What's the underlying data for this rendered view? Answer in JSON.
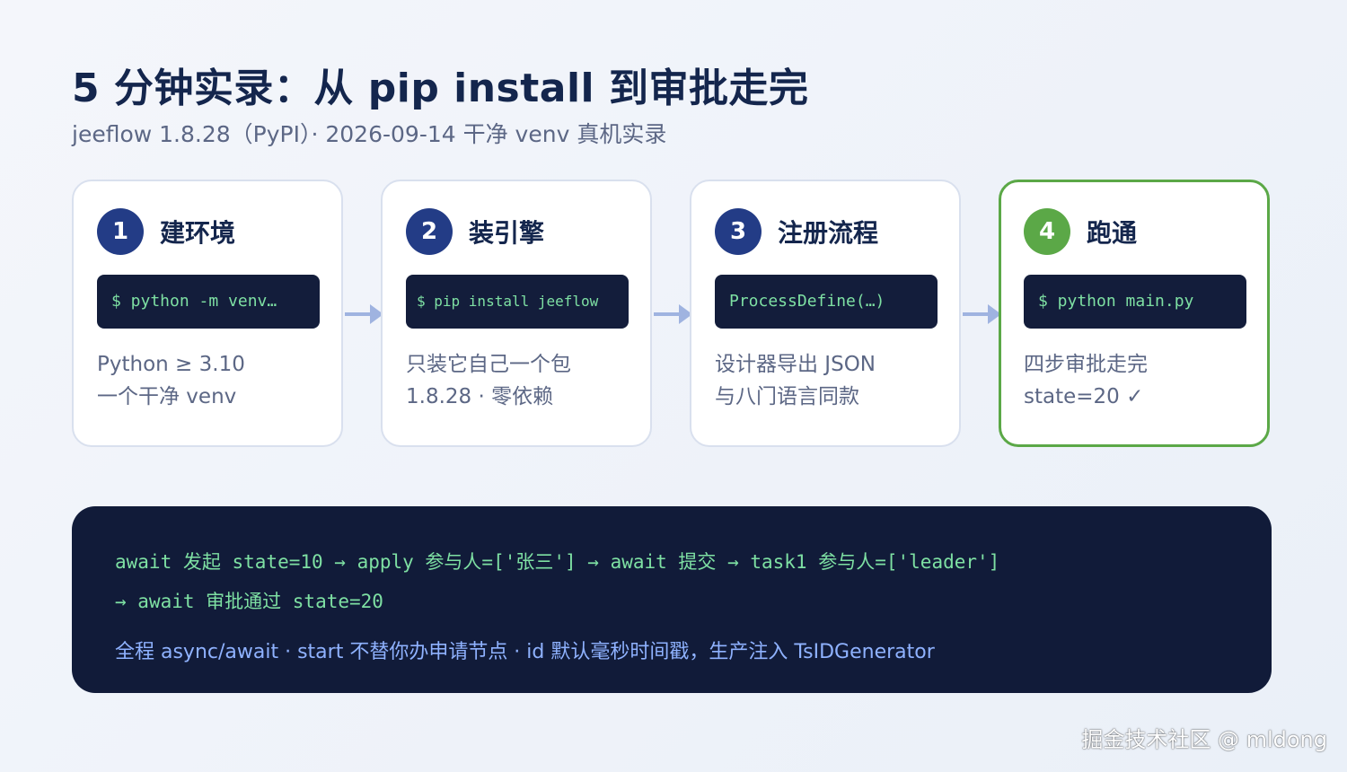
{
  "header": {
    "title": "5 分钟实录：从 pip install 到审批走完",
    "subtitle": "jeeflow 1.8.28（PyPI）· 2026-09-14 干净 venv 真机实录"
  },
  "steps": [
    {
      "number": "1",
      "title": "建环境",
      "command": "$ python -m venv…",
      "desc1": "Python ≥ 3.10",
      "desc2": "一个干净 venv"
    },
    {
      "number": "2",
      "title": "装引擎",
      "command": "$ pip install jeeflow",
      "desc1": "只装它自己一个包",
      "desc2": "1.8.28 · 零依赖"
    },
    {
      "number": "3",
      "title": "注册流程",
      "command": "ProcessDefine(…)",
      "desc1": "设计器导出 JSON",
      "desc2": "与八门语言同款"
    },
    {
      "number": "4",
      "title": "跑通",
      "command": "$ python main.py",
      "desc1": "四步审批走完",
      "desc2": "state=20 ✓"
    }
  ],
  "colors": {
    "badge": "#233c86",
    "done": "#5ba847",
    "arrow": "#9fb3e0",
    "code_green": "#7ee0a3",
    "note_blue": "#8fb2ff",
    "panel": "#111b39"
  },
  "panel": {
    "line1": "await 发起 state=10 → apply 参与人=['张三'] → await 提交 → task1 参与人=['leader']",
    "line2": "→ await 审批通过 state=20",
    "note": "全程 async/await · start 不替你办申请节点 · id 默认毫秒时间戳，生产注入 TsIDGenerator"
  },
  "watermark": "掘金技术社区 @ mldong"
}
